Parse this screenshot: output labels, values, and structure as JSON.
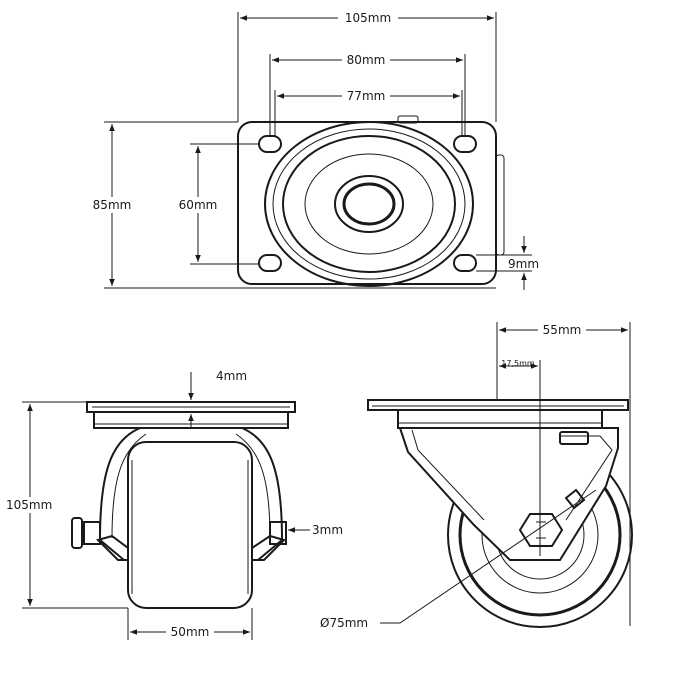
{
  "dimensions": {
    "plate_width": "105mm",
    "hole_spacing_outer": "80mm",
    "hole_spacing_inner": "77mm",
    "plate_depth": "85mm",
    "hole_spacing_vertical": "60mm",
    "slot_width": "9mm",
    "offset_total": "55mm",
    "swivel_offset": "17,5mm",
    "plate_thickness": "4mm",
    "overall_height": "105mm",
    "bracket_gap": "3mm",
    "wheel_width": "50mm",
    "wheel_diameter": "Ø75mm"
  },
  "colors": {
    "line": "#1a1a1a",
    "background": "#ffffff"
  }
}
